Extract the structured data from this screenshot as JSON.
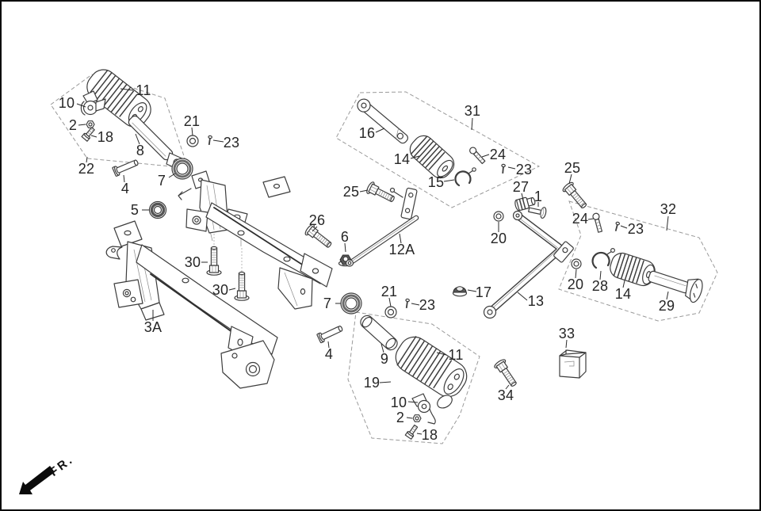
{
  "diagram": {
    "type": "exploded-parts-diagram",
    "subject": "footrest / step bar assembly",
    "fr_marker": "FR.",
    "colors": {
      "background": "#ffffff",
      "line": "#3d3d3d",
      "label_text": "#262626",
      "region_dash": "#9a9a9a",
      "border": "#0a0a0a"
    }
  },
  "labels": {
    "n10_left": "10",
    "n11_left": "11",
    "n2_left": "2",
    "n18_left": "18",
    "n8": "8",
    "n22": "22",
    "n21_top": "21",
    "n23_topleft": "23",
    "n4_top": "4",
    "n7_top": "7",
    "n5": "5",
    "n3a": "3A",
    "n30_upper": "30",
    "n30_lower": "30",
    "n26": "26",
    "n6": "6",
    "n12a": "12A",
    "n25_left": "25",
    "n16": "16",
    "n14_top": "14",
    "n15": "15",
    "n31": "31",
    "n24_top": "24",
    "n23_topright": "23",
    "n27": "27",
    "n1": "1",
    "n20_left": "20",
    "n25_right": "25",
    "n24_right": "24",
    "n23_right": "23",
    "n32": "32",
    "n20_right": "20",
    "n28": "28",
    "n14_right": "14",
    "n29": "29",
    "n13": "13",
    "n17": "17",
    "n7_bottom": "7",
    "n21_bottom": "21",
    "n23_bottom": "23",
    "n4_bottom": "4",
    "n9": "9",
    "n19": "19",
    "n11_bottom": "11",
    "n10_bottom": "10",
    "n2_bottom": "2",
    "n18_bottom": "18",
    "n34": "34",
    "n33": "33"
  }
}
